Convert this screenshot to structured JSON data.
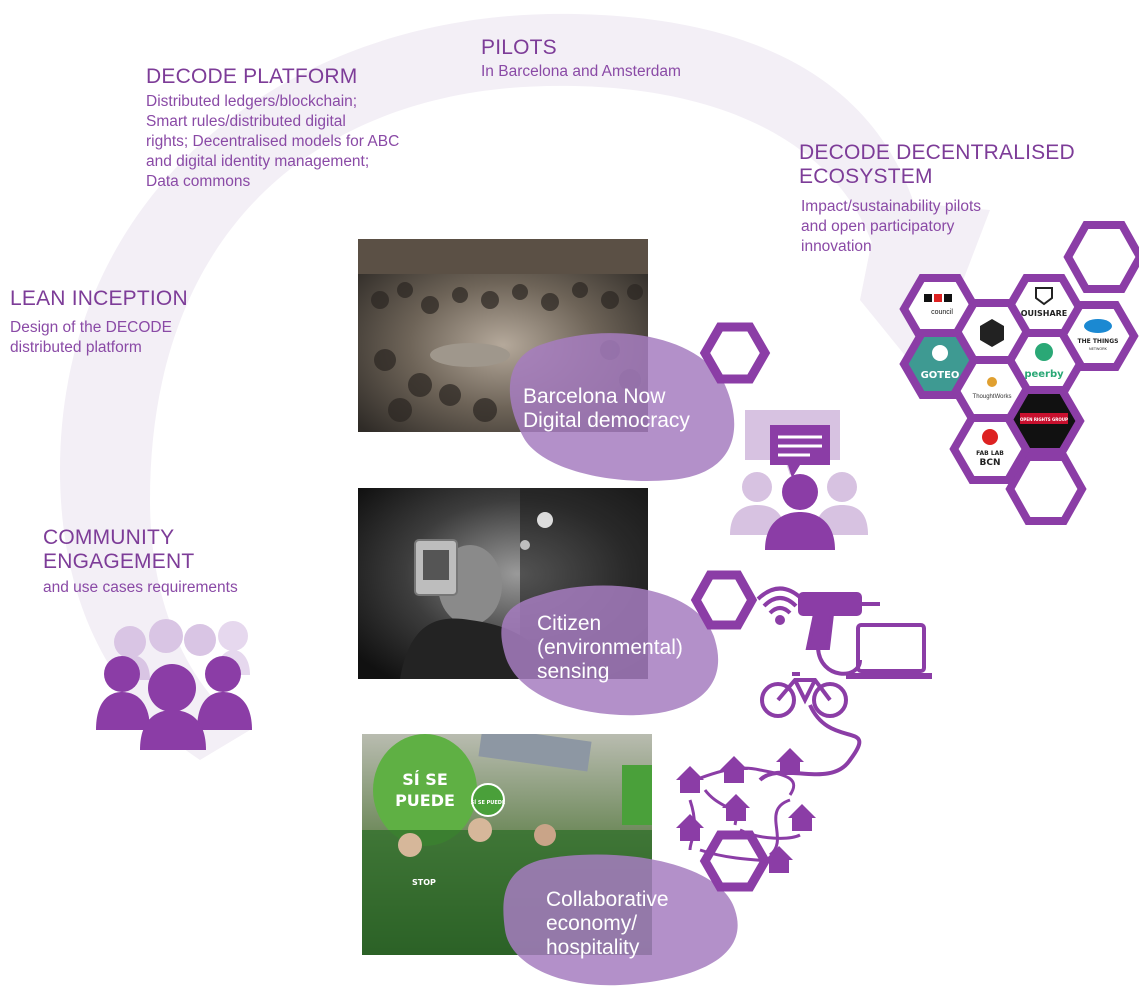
{
  "sections": {
    "pilots": {
      "title": "PILOTS",
      "text": "In Barcelona and Amsterdam"
    },
    "platform": {
      "title": "DECODE PLATFORM",
      "lines": [
        "Distributed ledgers/blockchain;",
        "Smart rules/distributed digital",
        "rights; Decentralised models for ABC",
        "and digital identity management;",
        "Data commons"
      ]
    },
    "ecosystem": {
      "title_lines": [
        "DECODE DECENTRALISED",
        "ECOSYSTEM"
      ],
      "lines": [
        "Impact/sustainability pilots",
        "and open participatory",
        "innovation"
      ]
    },
    "lean": {
      "title": "LEAN INCEPTION",
      "lines": [
        "Design of the DECODE",
        "distributed platform"
      ]
    },
    "community": {
      "title_lines": [
        "COMMUNITY",
        "ENGAGEMENT"
      ],
      "text": "and use cases requirements"
    }
  },
  "pilot_cases": [
    {
      "lines": [
        "Barcelona Now",
        "Digital democracy"
      ]
    },
    {
      "lines": [
        "Citizen",
        "(environmental)",
        "sensing"
      ]
    },
    {
      "lines": [
        "Collaborative",
        "economy/",
        "hospitality"
      ]
    }
  ],
  "partner_logos": {
    "council": "council",
    "ouishare": "OUISHARE",
    "thethings": "THE THINGS",
    "thethings_sub": "NETWORK",
    "goteo": "GOTEO",
    "peerby": "peerby",
    "thoughtworks": "ThoughtWorks",
    "openrights": "OPEN RIGHTS GROUP",
    "fablab_1": "FAB LAB",
    "fablab_2": "BCN"
  },
  "protest_signs": {
    "balloon_1": "SÍ SE",
    "balloon_2": "PUEDE",
    "small": "SÍ SE PUEDE",
    "shirt": "STOP"
  },
  "colors": {
    "purple": "#7d3c98",
    "blob": "#a97fc4",
    "arc": "#f1ecf4",
    "light_purple": "#c9abd8"
  }
}
